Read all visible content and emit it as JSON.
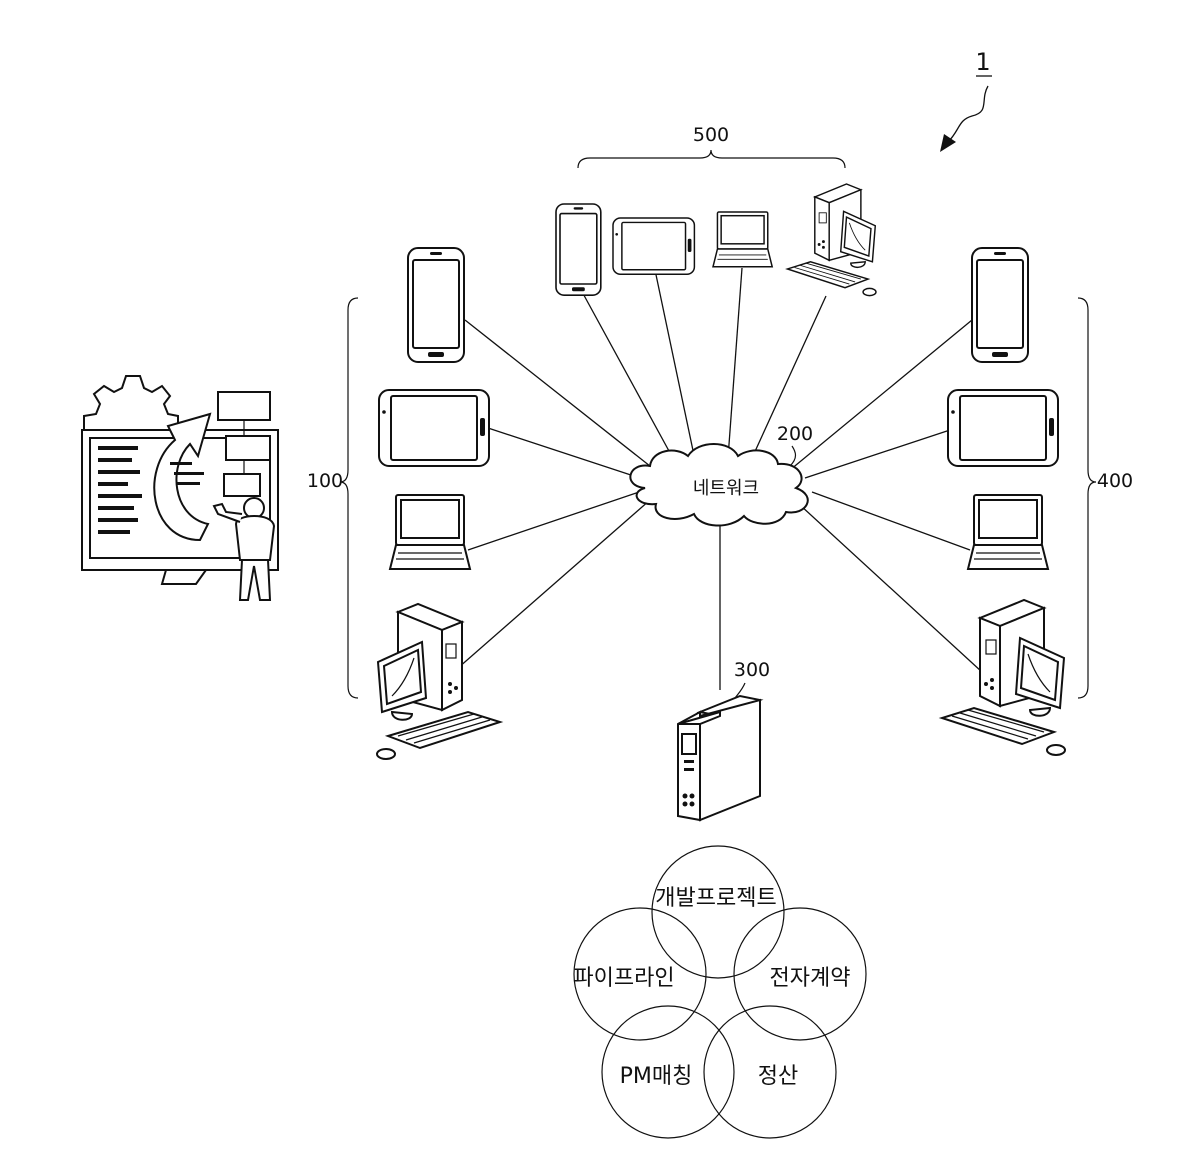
{
  "figure_ref": "1",
  "labels": {
    "group_top": "500",
    "network_ref": "200",
    "group_left": "100",
    "group_right": "400",
    "server_ref": "300"
  },
  "network": {
    "label": "네트워크"
  },
  "venn": {
    "circles": [
      {
        "label": "개발프로젝트"
      },
      {
        "label": "파이프라인"
      },
      {
        "label": "전자계약"
      },
      {
        "label": "PM매칭"
      },
      {
        "label": "정산"
      }
    ]
  },
  "icons": {
    "left_illustration": "workflow-monitor-person-illustration",
    "devices": [
      "smartphone-icon",
      "tablet-icon",
      "laptop-icon",
      "desktop-computer-icon",
      "server-tower-icon",
      "cloud-icon"
    ]
  }
}
